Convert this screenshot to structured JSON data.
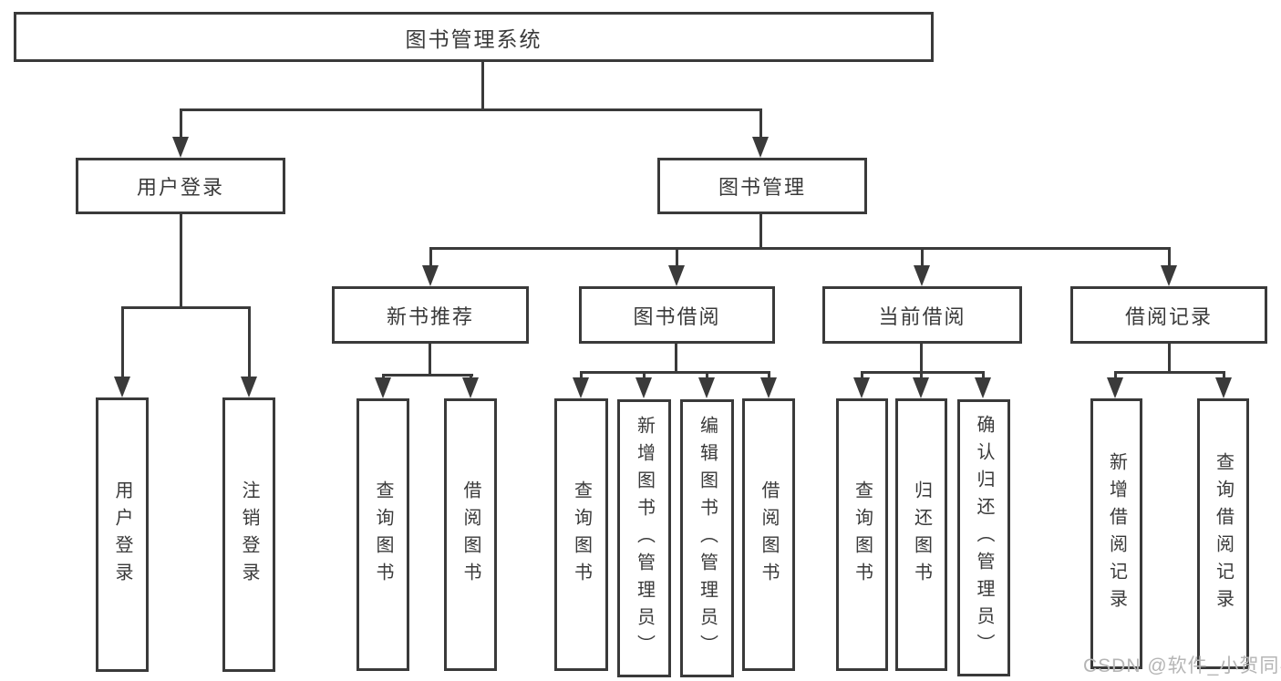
{
  "tree": {
    "root": {
      "label": "图书管理系统"
    },
    "user_login": {
      "label": "用户登录",
      "children": [
        {
          "label": "用户登录"
        },
        {
          "label": "注销登录"
        }
      ]
    },
    "book_mgmt": {
      "label": "图书管理"
    },
    "recommend": {
      "label": "新书推荐",
      "children": [
        {
          "label": "查询图书"
        },
        {
          "label": "借阅图书"
        }
      ]
    },
    "borrow": {
      "label": "图书借阅",
      "children": [
        {
          "label": "查询图书"
        },
        {
          "label": "新增图书（管理员）"
        },
        {
          "label": "编辑图书（管理员）"
        },
        {
          "label": "借阅图书"
        }
      ]
    },
    "current": {
      "label": "当前借阅",
      "children": [
        {
          "label": "查询图书"
        },
        {
          "label": "归还图书"
        },
        {
          "label": "确认归还（管理员）"
        }
      ]
    },
    "records": {
      "label": "借阅记录",
      "children": [
        {
          "label": "新增借阅记录"
        },
        {
          "label": "查询借阅记录"
        }
      ]
    }
  },
  "watermark": {
    "text": "CSDN @软件_小贺同学"
  }
}
